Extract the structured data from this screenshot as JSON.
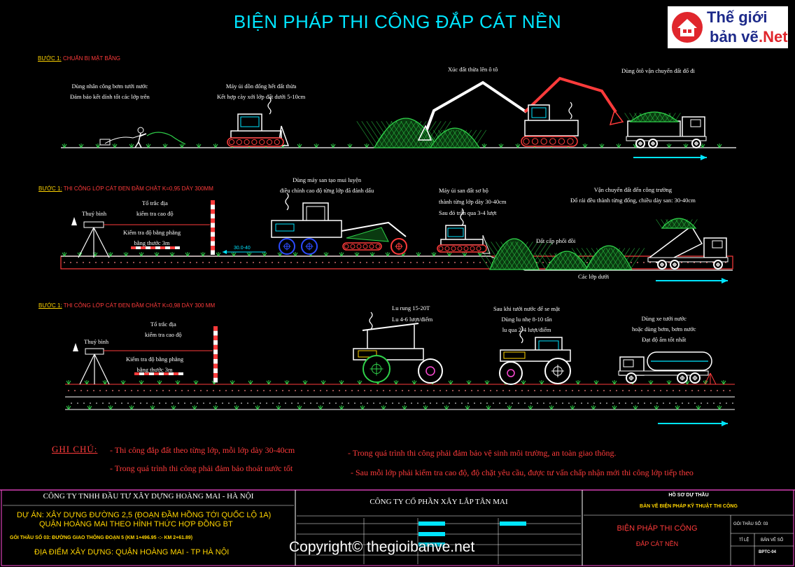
{
  "title": "BIỆN PHÁP THI CÔNG ĐẮP CÁT NỀN",
  "logo": {
    "text1": "Thế giới",
    "text2": "bản vẽ",
    "text3": ".Net"
  },
  "steps": [
    {
      "key": "BƯỚC 1:",
      "label": "CHUẨN BỊ MẶT BẰNG"
    },
    {
      "key": "BƯỚC 1:",
      "label": "THI CÔNG LỚP CÁT ĐEN ĐẦM CHẶT K=0,95 DÀY 300MM"
    },
    {
      "key": "BƯỚC 1:",
      "label": "THI CÔNG LỚP CÁT ĐEN ĐẦM CHẶT K=0,98 DÀY 300 MM"
    }
  ],
  "row1": {
    "a1": "Dùng nhân công bơm tưới nước",
    "a2": "Đảm bảo kết dính tốt các lớp trên",
    "b1": "Máy ủi dồn đống hết đất thừa",
    "b2": "Kết hợp cày xới lớp đất dưới 5-10cm",
    "c1": "Xúc đất thừa lên ô tô",
    "d1": "Dùng ôtô vận chuyển đất đổ đi"
  },
  "row2": {
    "level": "Thuỷ bình",
    "t1": "Tổ trắc địa",
    "t2": "kiểm tra cao độ",
    "k1": "Kiểm tra độ bằng phẳng",
    "k2": "bằng thước 3m",
    "g1": "Dùng máy san tạo mui luyện",
    "g2": "điều chỉnh cao độ từng lớp đã đánh dấu",
    "dz1": "Máy ủi san đất sơ bộ",
    "dz2": "thành từng lớp dày 30-40cm",
    "dz3": "Sau đó trẩn qua 3-4 lượt",
    "tr1": "Vận chuyển đất đến công trường",
    "tr2": "Đổ rải đều thành từng đống, chiều dày san: 30-40cm",
    "pile": "Đất cấp phối đồi",
    "under": "Các lớp dưới",
    "dim": "30.0-40"
  },
  "row3": {
    "level": "Thuỷ bình",
    "t1": "Tổ trắc địa",
    "t2": "kiểm tra cao độ",
    "k1": "Kiểm tra độ bằng phẳng",
    "k2": "bằng thước 3m",
    "r1": "Lu rung 15-20T",
    "r2": "Lu 4-6 lượt/điểm",
    "s1": "Sau khi tưới nước để se mặt",
    "s2": "Dùng lu nhẹ 8-10 tấn",
    "s3": "lu qua 2-4 lượt/điểm",
    "w1": "Dùng xe tưới nước",
    "w2": "hoặc dùng bơm, bơm nước",
    "w3": "Đạt độ ẩm tốt nhất"
  },
  "notes": {
    "head": "GHI CHÚ:",
    "n1": "- Thi công đắp đất theo từng lớp, mỗi lớp dày 30-40cm",
    "n2": "- Trong quá trình thi công phải đảm bảo thoát nước tốt",
    "n3": "- Trong quá trình thi công phải đảm bảo vệ sinh môi trường, an toàn giao thông.",
    "n4": "- Sau mỗi lớp phải kiểm tra cao độ, độ chặt yêu cầu, được tư vấn chấp nhận mới thi công lớp tiếp theo"
  },
  "titleblock": {
    "company": "CÔNG TY TNHH ĐẦU TƯ XÂY DỰNG HOÀNG MAI - HÀ NỘI",
    "project1": "DỰ ÁN: XÂY DỰNG ĐƯỜNG 2,5 (ĐOẠN ĐẦM HỒNG TỚI QUỐC LỘ 1A)",
    "project2": "QUẬN HOÀNG MAI THEO HÌNH THỨC HỢP ĐỒNG BT",
    "package": "GÓI THẦU SỐ 03: ĐƯỜNG GIAO THÔNG ĐOẠN 5 (KM 1+496.95 -:- KM 2+61.89)",
    "location": "ĐỊA ĐIỂM XÂY DỰNG: QUẬN HOÀNG MAI - TP HÀ NỘI",
    "contractor": "CÔNG TY CỔ PHẦN XÂY LẮP TÂN MAI",
    "dossier1": "HỒ SƠ DỰ THẦU",
    "dossier2": "BẢN VẼ BIỆN PHÁP KỸ THUẬT THI CÔNG",
    "sheet1": "BIỆN PHÁP THI CÔNG",
    "sheet2": "ĐẮP CÁT NỀN",
    "gt": "GÓI THẦU SỐ: 03",
    "tl": "TỈ LỆ",
    "bv": "BẢN VẼ SỐ",
    "code": "BPTC-04"
  },
  "watermark": "Copyright© thegioibanve.net"
}
